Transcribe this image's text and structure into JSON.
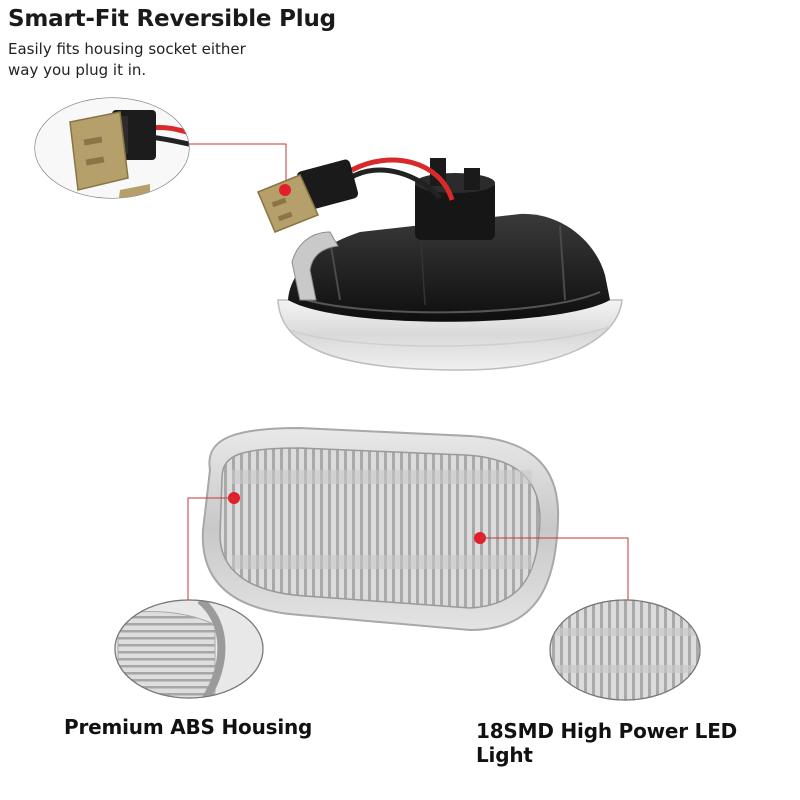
{
  "header": {
    "title": "Smart-Fit Reversible Plug",
    "subtitle_line1": "Easily fits housing socket either",
    "subtitle_line2": "way you plug it in."
  },
  "features": {
    "housing_label": "Premium ABS Housing",
    "led_label": "18SMD High Power LED Light"
  },
  "colors": {
    "accent_dot": "#e0202a",
    "callout_line": "#c23a3a",
    "text": "#1a1a1a"
  }
}
